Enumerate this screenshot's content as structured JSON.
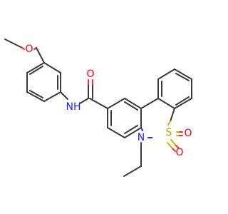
{
  "molecule": {
    "atoms": {
      "methoxy_O": {
        "label": "O",
        "element": "O"
      },
      "carbonyl_O": {
        "label": "O",
        "element": "O"
      },
      "amide_NH": {
        "label": "NH",
        "element": "N"
      },
      "ring_N": {
        "label": "N",
        "element": "N"
      },
      "sulfur": {
        "label": "S",
        "element": "S"
      },
      "sulfonyl_O1": {
        "label": "O",
        "element": "O"
      },
      "sulfonyl_O2": {
        "label": "O",
        "element": "O"
      }
    },
    "colors": {
      "bond": "#3a3a3a",
      "oxygen": "#ff0000",
      "nitrogen": "#2020ff",
      "sulfur": "#b8a600"
    }
  }
}
